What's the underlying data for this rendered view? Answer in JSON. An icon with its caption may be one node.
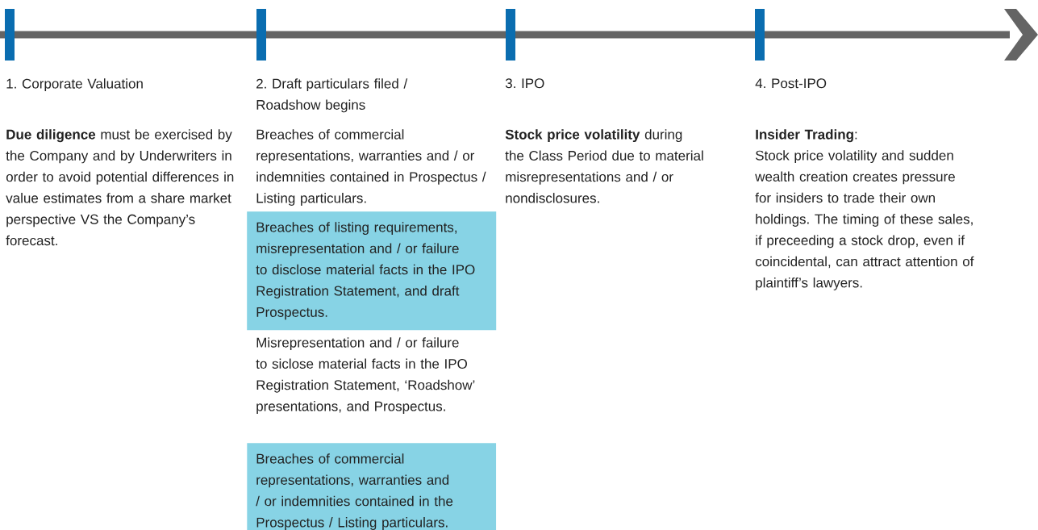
{
  "diagram": {
    "nodes": [
      {
        "text": [
          "Breaches of listing requirements, misrepresentation and / or failure to disclose material facts in the IPO Registration Statement, and draft Prospectus."
        ]
      },
      {
        "text": [
          "Breaches of commercial representations, warranties and / or indemnities contained in the Prospectus / Listing particulars."
        ]
      }
    ],
    "labels": [
      "1. Corporate Valuation",
      "2. Draft particulars filed / Roadshow begins",
      "3. IPO",
      "4. Post-IPO",
      "**Due diligence** must be exercised by the Company and by Underwriters in order to avoid potential differences in value estimates from a share market perspective VS the Company’s forecast.",
      "Breaches of commercial representations, warranties and / or indemnities contained in Prospectus / Listing particulars.",
      "Misrepresentation and / or failure to siclose material facts in the IPO Registration Statement, ‘Roadshow’ presentations, and Prospectus.",
      "**Stock price volatility** during the Class Period due to material misrepresentations and / or nondisclosures.",
      "**Insider Trading**:",
      "Stock price volatility and sudden wealth creation creates pressure for insiders to trade their own holdings. The timing of these sales, if preceeding a stock drop, even if coincidental, can attract attention of plaintiff’s lawyers."
    ]
  }
}
